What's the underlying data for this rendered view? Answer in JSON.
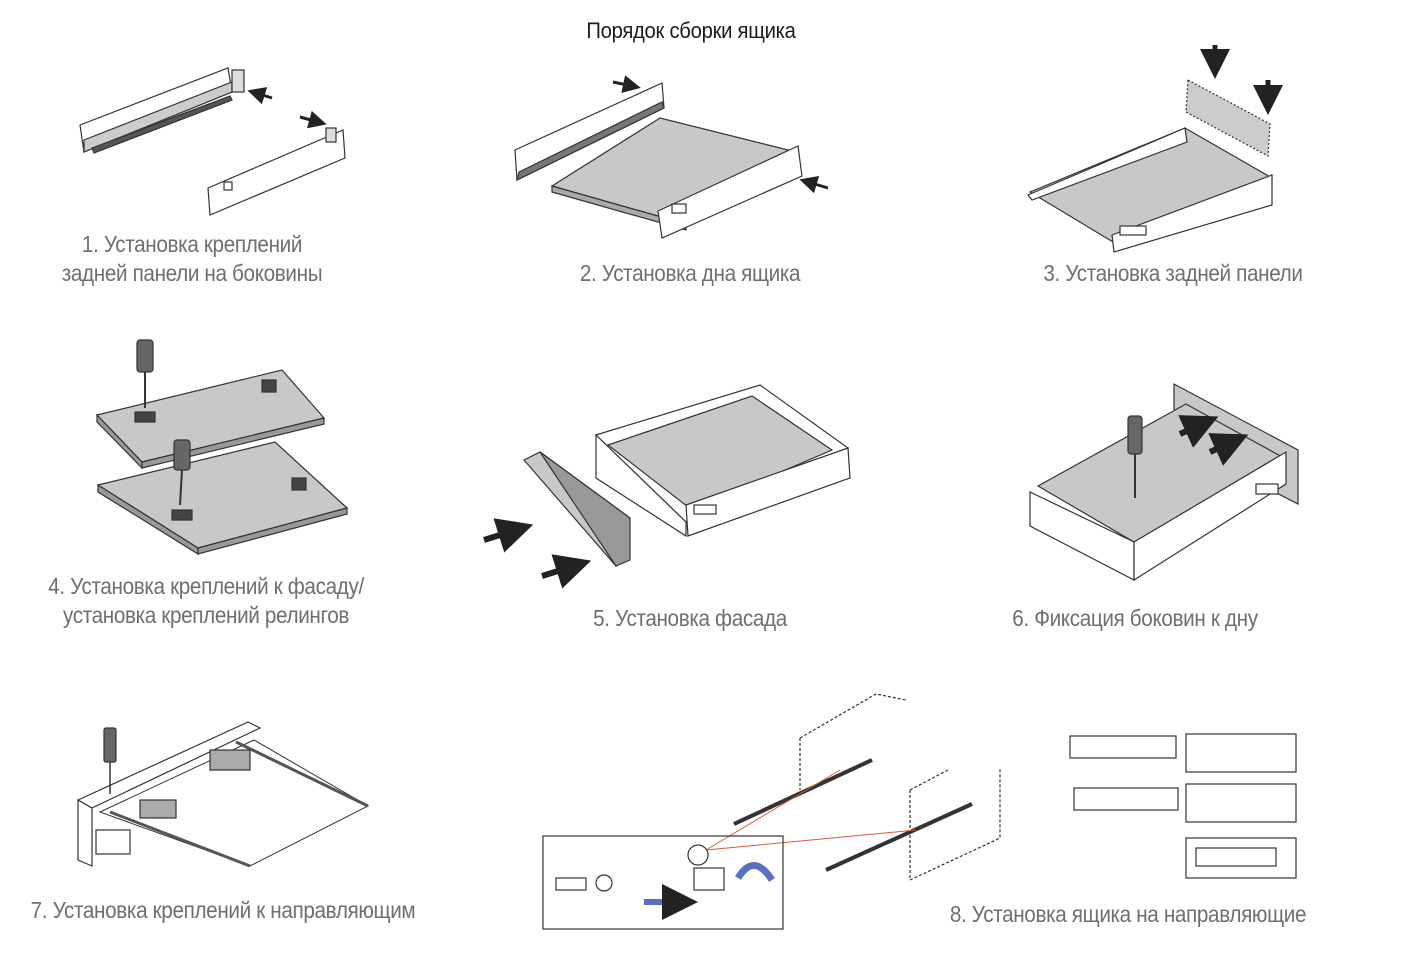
{
  "title": "Порядок сборки ящика",
  "steps": [
    {
      "lines": [
        "1. Установка креплений",
        "задней панели на боковины"
      ]
    },
    {
      "lines": [
        "2. Установка дна ящика"
      ]
    },
    {
      "lines": [
        "3. Установка задней панели"
      ]
    },
    {
      "lines": [
        "4. Установка креплений к фасаду/",
        "установка креплений релингов"
      ]
    },
    {
      "lines": [
        "5. Установка фасада"
      ]
    },
    {
      "lines": [
        "6. Фиксация боковин к дну"
      ]
    },
    {
      "lines": [
        "7. Установка креплений к направляющим"
      ]
    },
    {
      "lines": [
        "8. Установка ящика на направляющие"
      ]
    }
  ],
  "colors": {
    "panel": "#c8c8c8",
    "outline": "#333333",
    "arrow": "#222222",
    "accent_blue": "#5a6fc0",
    "accent_red": "#e05a3a"
  }
}
